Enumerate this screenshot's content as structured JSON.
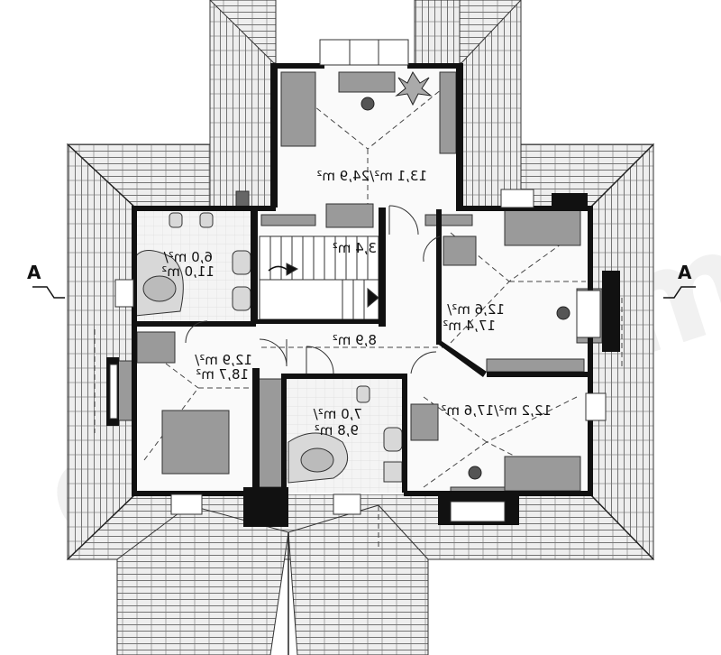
{
  "section_mark": "A",
  "watermark": "extradom",
  "rooms": [
    {
      "id": "bedroom-top",
      "line1": "13,1 m²/24,9 m²",
      "line2": ""
    },
    {
      "id": "bathroom-left",
      "line1": "6,0 m²/",
      "line2": "11,0 m²"
    },
    {
      "id": "stair",
      "line1": "3,4 m²",
      "line2": ""
    },
    {
      "id": "bedroom-right",
      "line1": "12,6 m²/",
      "line2": "17,4 m²"
    },
    {
      "id": "hall",
      "line1": "8,9 m²",
      "line2": ""
    },
    {
      "id": "bedroom-left",
      "line1": "12,9 m²/",
      "line2": "18,7 m²"
    },
    {
      "id": "bathroom-middle",
      "line1": "7,0 m²/",
      "line2": "9,8 m²"
    },
    {
      "id": "bedroom-bottom-right",
      "line1": "12,2 m²/17,6 m²",
      "line2": ""
    }
  ],
  "colors": {
    "roof_fill": "#eeeeee",
    "roof_line": "#555555",
    "wall": "#111111",
    "floor": "#fafafa",
    "furniture": "#9a9a9a",
    "tile": "#c8c8c8"
  }
}
